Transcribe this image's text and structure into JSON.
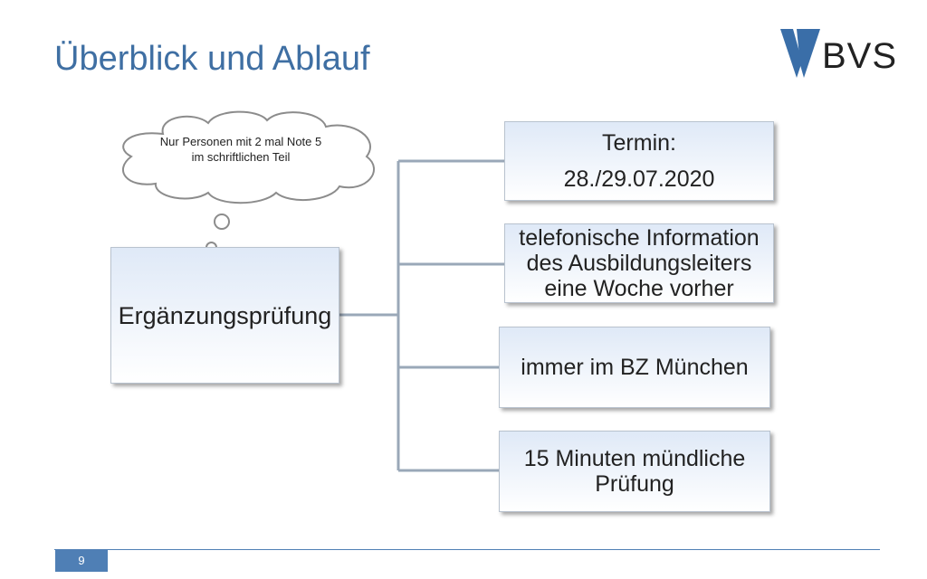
{
  "slide": {
    "title": "Überblick und Ablauf",
    "page_number": "9"
  },
  "logo": {
    "text": "BVS",
    "mark_color": "#3a6ea8"
  },
  "diagram": {
    "main_node": "Ergänzungsprüfung",
    "thought_bubble": "Nur Personen mit 2 mal Note 5 im schriftlichen Teil",
    "branches": [
      {
        "line1": "Termin:",
        "line2": "28./29.07.2020"
      },
      {
        "line1": "telefonische Information",
        "line2": "des Ausbildungsleiters",
        "line3": "eine Woche vorher"
      },
      {
        "line1": "immer im BZ München"
      },
      {
        "line1": "15 Minuten mündliche",
        "line2": "Prüfung"
      }
    ]
  },
  "colors": {
    "title": "#3f6fa3",
    "accent": "#4f7fb5",
    "connector": "#9aa8b8"
  }
}
